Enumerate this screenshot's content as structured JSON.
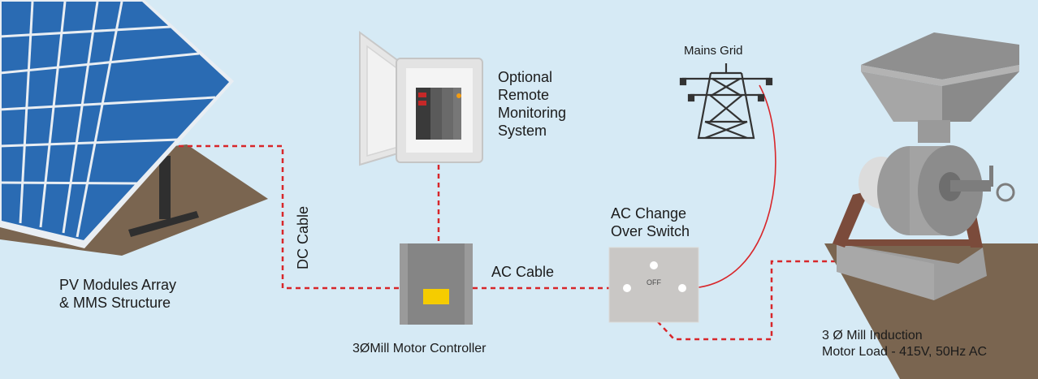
{
  "labels": {
    "pv_line1": "PV Modules Array",
    "pv_line2": "& MMS Structure",
    "dc_cable": "DC Cable",
    "monitor_line1": "Optional",
    "monitor_line2": "Remote",
    "monitor_line3": "Monitoring",
    "monitor_line4": "System",
    "mains_grid": "Mains Grid",
    "changeover_line1": "AC Change",
    "changeover_line2": "Over Switch",
    "ac_cable": "AC Cable",
    "controller": "3ØMill Motor Controller",
    "load_line1": "3 Ø Mill Induction",
    "load_line2": "Motor Load - 415V, 50Hz AC",
    "switch_off": "OFF"
  },
  "colors": {
    "background": "#d6eaf5",
    "cable": "#d8262a",
    "panel": "#2a6bb3",
    "ground": "#7a6550",
    "controller": "#9a9a9a",
    "indicator": "#f5cc00"
  }
}
